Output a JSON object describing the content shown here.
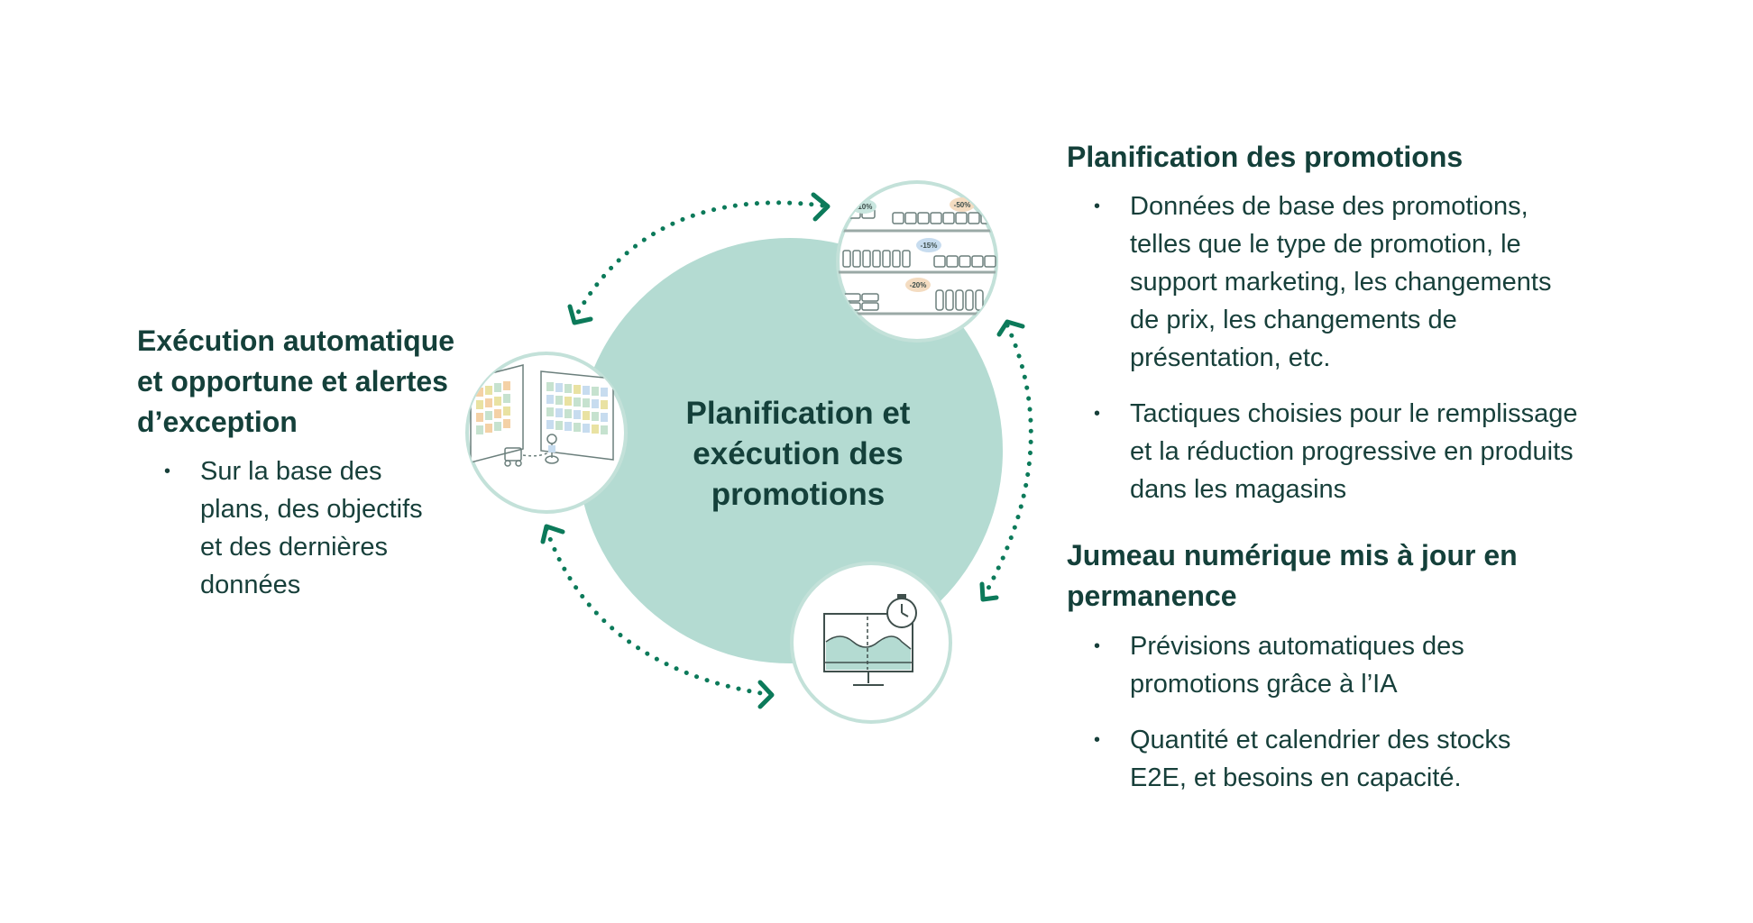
{
  "colors": {
    "accent_green": "#0c7a5a",
    "circle_fill": "#b4dbd2",
    "text_dark": "#14403a"
  },
  "center": {
    "title_line1": "Planification et",
    "title_line2": "exécution des",
    "title_line3": "promotions"
  },
  "icons": {
    "top": "store-shelf-discount-icon",
    "left": "warehouse-robot-icon",
    "bottom": "monitor-stopwatch-chart-icon"
  },
  "shelf_tags": [
    "-10%",
    "-50%",
    "-15%",
    "-20%"
  ],
  "left_section": {
    "heading_line1": "Exécution automatique",
    "heading_line2": "et opportune et alertes",
    "heading_line3": "d’exception",
    "bullets": [
      {
        "line1": "Sur la base des",
        "line2": "plans, des objectifs",
        "line3": "et des dernières",
        "line4": "données"
      }
    ]
  },
  "right_top_section": {
    "heading": "Planification des promotions",
    "bullets": [
      {
        "line1": "Données de base des promotions,",
        "line2": "telles que le type de promotion, le",
        "line3": "support marketing, les changements",
        "line4": "de prix, les changements de",
        "line5": "présentation, etc."
      },
      {
        "line1": "Tactiques choisies pour le remplissage",
        "line2": "et la réduction progressive en produits",
        "line3": "dans les magasins"
      }
    ]
  },
  "right_bottom_section": {
    "heading_line1": "Jumeau numérique mis à jour en",
    "heading_line2": "permanence",
    "bullets": [
      {
        "line1": "Prévisions automatiques des",
        "line2": "promotions grâce à l’IA"
      },
      {
        "line1": "Quantité et calendrier des stocks",
        "line2": "E2E, et besoins en capacité."
      }
    ]
  }
}
